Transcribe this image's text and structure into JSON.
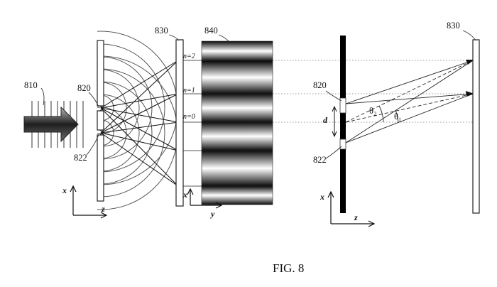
{
  "labels": {
    "source": "810",
    "slit_upper": "820",
    "slit_lower": "822",
    "screen": "830",
    "pattern": "840",
    "slit_upper_right": "820",
    "slit_lower_right": "822",
    "screen_right": "830"
  },
  "orders": [
    "n=2",
    "n=1",
    "n=0"
  ],
  "axes": {
    "left_x": "x",
    "left_z": "z",
    "screen_x": "x",
    "screen_y": "y",
    "right_x": "x",
    "right_z": "z"
  },
  "geometry_labels": {
    "separation": "d",
    "theta2": "θ₂",
    "theta1": "θ₁"
  },
  "caption": "FIG. 8"
}
